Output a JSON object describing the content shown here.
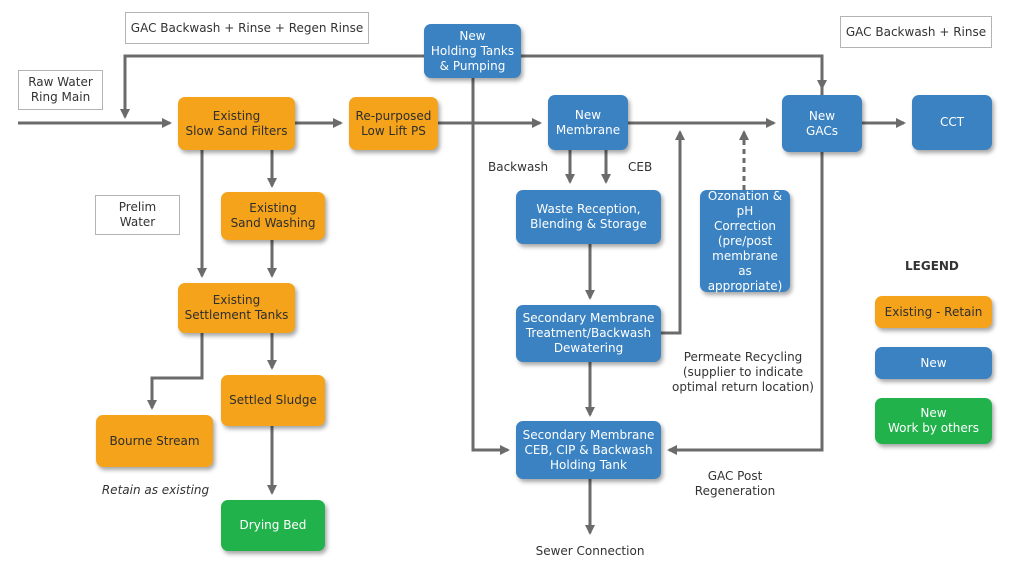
{
  "boxes": {
    "holding_tanks": "New\nHolding Tanks\n& Pumping",
    "slow_sand": "Existing\nSlow Sand Filters",
    "low_lift": "Re-purposed\nLow Lift PS",
    "new_membrane": "New\nMembrane",
    "new_gacs": "New\nGACs",
    "cct": "CCT",
    "sand_washing": "Existing\nSand Washing",
    "waste_reception": "Waste Reception,\nBlending & Storage",
    "ozonation": "Ozonation &\npH Correction\n(pre/post\nmembrane as\nappropriate)",
    "settlement": "Existing\nSettlement Tanks",
    "secondary_treatment": "Secondary Membrane\nTreatment/Backwash\nDewatering",
    "settled_sludge": "Settled Sludge",
    "bourne_stream": "Bourne Stream",
    "holding_tank": "Secondary Membrane\nCEB, CIP & Backwash\nHolding Tank",
    "drying_bed": "Drying Bed"
  },
  "notes": {
    "gac_backwash_rinse_regen": "GAC Backwash + Rinse + Regen Rinse",
    "gac_backwash_rinse": "GAC Backwash + Rinse",
    "raw_water": "Raw Water\nRing Main",
    "prelim_water": "Prelim\nWater"
  },
  "labels": {
    "backwash": "Backwash",
    "ceb": "CEB",
    "permeate": "Permeate Recycling\n(supplier to indicate\noptimal return location)",
    "gac_post": "GAC Post\nRegeneration",
    "sewer": "Sewer Connection",
    "retain": "Retain as existing"
  },
  "legend": {
    "title": "LEGEND",
    "existing": "Existing - Retain",
    "new": "New",
    "work_by_others": "New\nWork by others"
  },
  "colors": {
    "existing": "#f5a31a",
    "new": "#3a82c2",
    "work_by_others": "#22b24c",
    "arrow": "#6b6b6b"
  }
}
